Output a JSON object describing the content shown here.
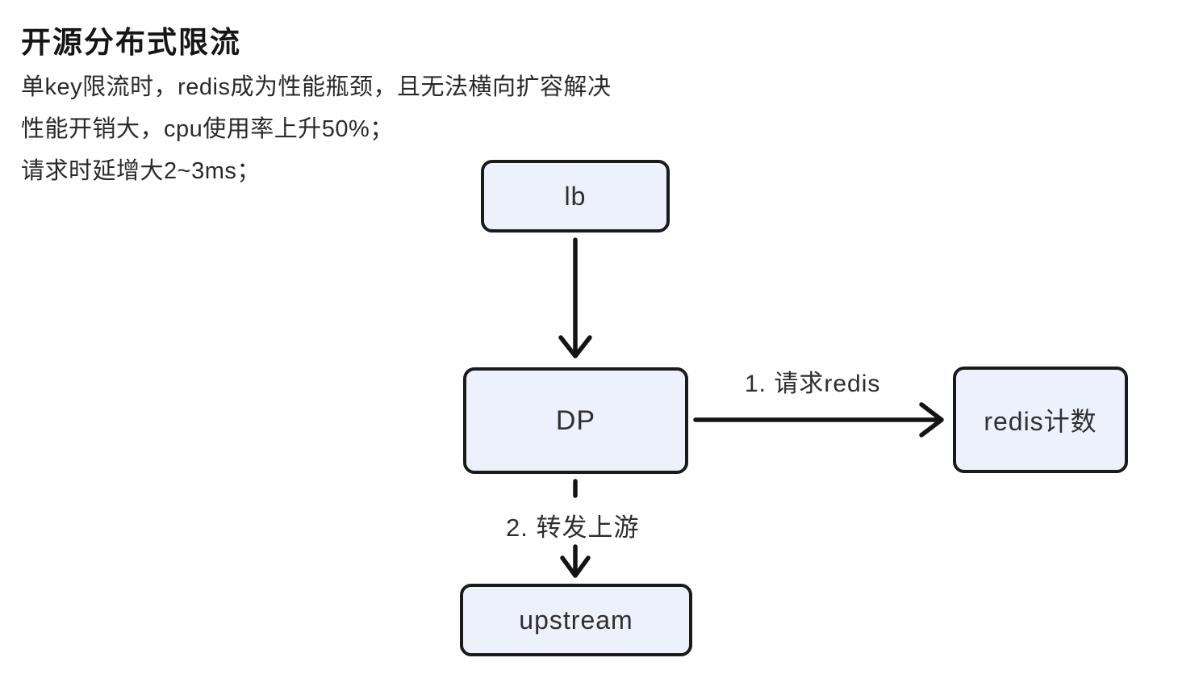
{
  "header": {
    "title": "开源分布式限流",
    "description_lines": [
      "单key限流时，redis成为性能瓶颈，且无法横向扩容解决",
      "性能开销大，cpu使用率上升50%；",
      "请求时延增大2~3ms；"
    ]
  },
  "diagram": {
    "nodes": [
      {
        "id": "lb",
        "label": "lb"
      },
      {
        "id": "dp",
        "label": "DP"
      },
      {
        "id": "redis",
        "label": "redis计数"
      },
      {
        "id": "upstream",
        "label": "upstream"
      }
    ],
    "edges": [
      {
        "from": "lb",
        "to": "dp",
        "label": "",
        "style": "solid"
      },
      {
        "from": "dp",
        "to": "redis",
        "label": "1. 请求redis",
        "style": "solid"
      },
      {
        "from": "dp",
        "to": "upstream",
        "label": "2. 转发上游",
        "style": "dashed"
      }
    ],
    "colors": {
      "node_fill": "#edf1fb",
      "node_border": "#1a1a1a",
      "arrow": "#141414",
      "text": "#2f2f2f",
      "background": "#ffffff"
    }
  }
}
